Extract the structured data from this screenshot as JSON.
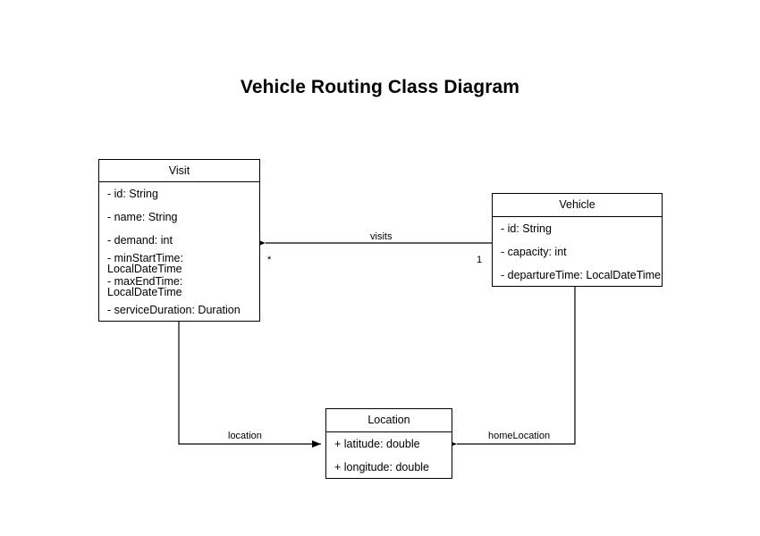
{
  "diagram": {
    "title": "Vehicle Routing Class Diagram",
    "type": "uml-class-diagram",
    "background_color": "#ffffff",
    "line_color": "#000000",
    "text_color": "#000000"
  },
  "classes": [
    {
      "id": "visit",
      "name": "Visit",
      "attributes": [
        "- id: String",
        "- name: String",
        "- demand: int",
        "- minStartTime: LocalDateTime",
        "- maxEndTime: LocalDateTime",
        "- serviceDuration: Duration"
      ]
    },
    {
      "id": "vehicle",
      "name": "Vehicle",
      "attributes": [
        "- id: String",
        "- capacity: int",
        "- departureTime: LocalDateTime"
      ]
    },
    {
      "id": "location",
      "name": "Location",
      "attributes": [
        "+ latitude: double",
        "+ longitude: double"
      ]
    }
  ],
  "relationships": [
    {
      "id": "visits",
      "label": "visits",
      "from": "Vehicle",
      "to": "Visit",
      "source_multiplicity": "1",
      "target_multiplicity": "*"
    },
    {
      "id": "location",
      "label": "location",
      "from": "Visit",
      "to": "Location",
      "source_multiplicity": "",
      "target_multiplicity": ""
    },
    {
      "id": "homeLocation",
      "label": "homeLocation",
      "from": "Vehicle",
      "to": "Location",
      "source_multiplicity": "",
      "target_multiplicity": ""
    }
  ]
}
